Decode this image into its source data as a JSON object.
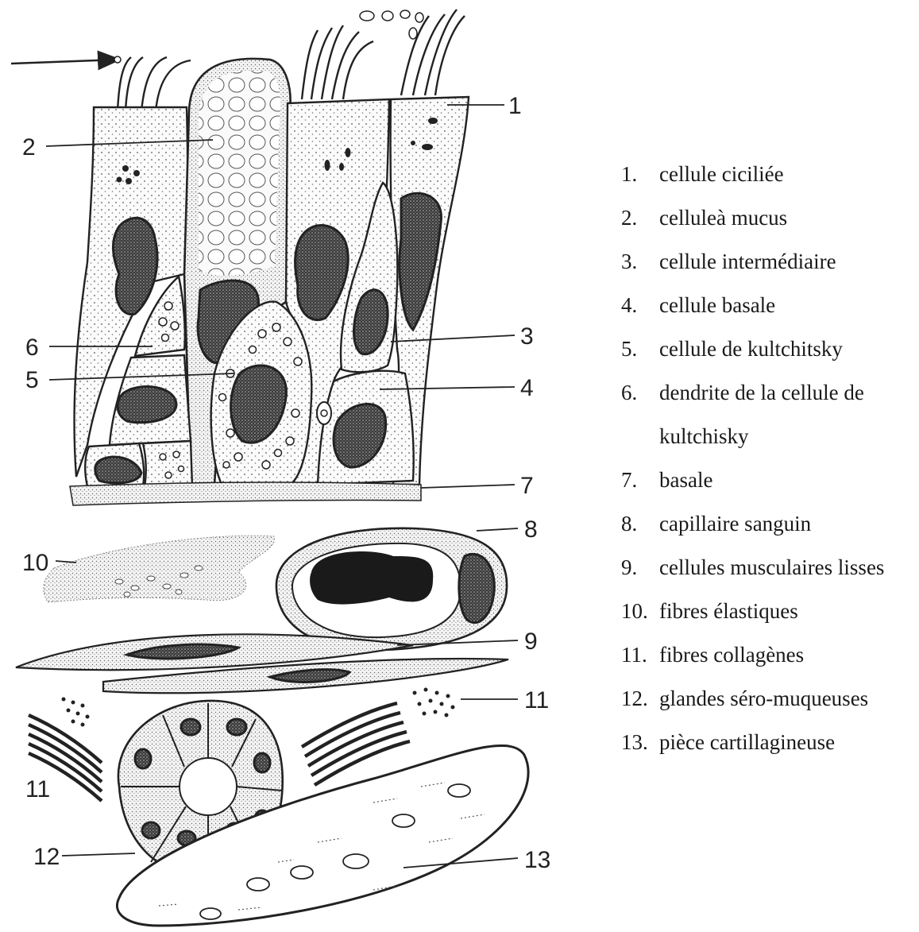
{
  "callouts": [
    {
      "id": "1",
      "text": "1"
    },
    {
      "id": "2",
      "text": "2"
    },
    {
      "id": "3",
      "text": "3"
    },
    {
      "id": "4",
      "text": "4"
    },
    {
      "id": "5",
      "text": "5"
    },
    {
      "id": "6",
      "text": "6"
    },
    {
      "id": "7",
      "text": "7"
    },
    {
      "id": "8",
      "text": "8"
    },
    {
      "id": "9",
      "text": "9"
    },
    {
      "id": "10",
      "text": "10"
    },
    {
      "id": "11a",
      "text": "11"
    },
    {
      "id": "11b",
      "text": "11"
    },
    {
      "id": "12",
      "text": "12"
    },
    {
      "id": "13",
      "text": "13"
    }
  ],
  "legend": [
    {
      "num": "1.",
      "label": "cellule ciciliée"
    },
    {
      "num": "2.",
      "label": "celluleà mucus"
    },
    {
      "num": "3.",
      "label": "cellule intermédiaire"
    },
    {
      "num": "4.",
      "label": "cellule basale"
    },
    {
      "num": "5.",
      "label": "cellule de kultchitsky"
    },
    {
      "num": "6.",
      "label": "dendrite de la cellule de kultchisky"
    },
    {
      "num": "7.",
      "label": "basale"
    },
    {
      "num": "8.",
      "label": "capillaire sanguin"
    },
    {
      "num": "9.",
      "label": "cellules musculaires lisses"
    },
    {
      "num": "10.",
      "label": "fibres élastiques"
    },
    {
      "num": "11.",
      "label": "fibres collagènes"
    },
    {
      "num": "12.",
      "label": "glandes séro-muqueuses"
    },
    {
      "num": "13.",
      "label": "pièce cartillagineuse"
    }
  ]
}
